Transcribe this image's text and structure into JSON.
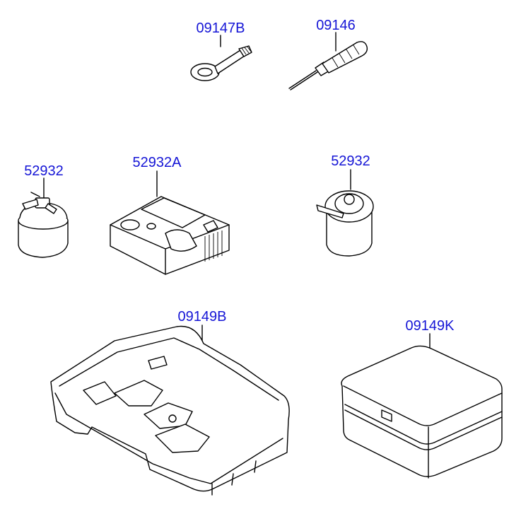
{
  "colors": {
    "label": "#1515d6",
    "line": "#000000",
    "background": "#ffffff"
  },
  "parts": [
    {
      "id": "towing-hook",
      "number": "09147B",
      "icon": "towing-hook-icon"
    },
    {
      "id": "screwdriver",
      "number": "09146",
      "icon": "screwdriver-icon"
    },
    {
      "id": "sealant-bottle",
      "number": "52932",
      "icon": "sealant-bottle-icon"
    },
    {
      "id": "air-compressor",
      "number": "52932A",
      "icon": "air-compressor-icon"
    },
    {
      "id": "sealant-canister",
      "number": "52932",
      "icon": "sealant-canister-icon"
    },
    {
      "id": "tool-tray",
      "number": "09149B",
      "icon": "tool-tray-icon"
    },
    {
      "id": "tool-case",
      "number": "09149K",
      "icon": "tool-case-icon"
    }
  ]
}
